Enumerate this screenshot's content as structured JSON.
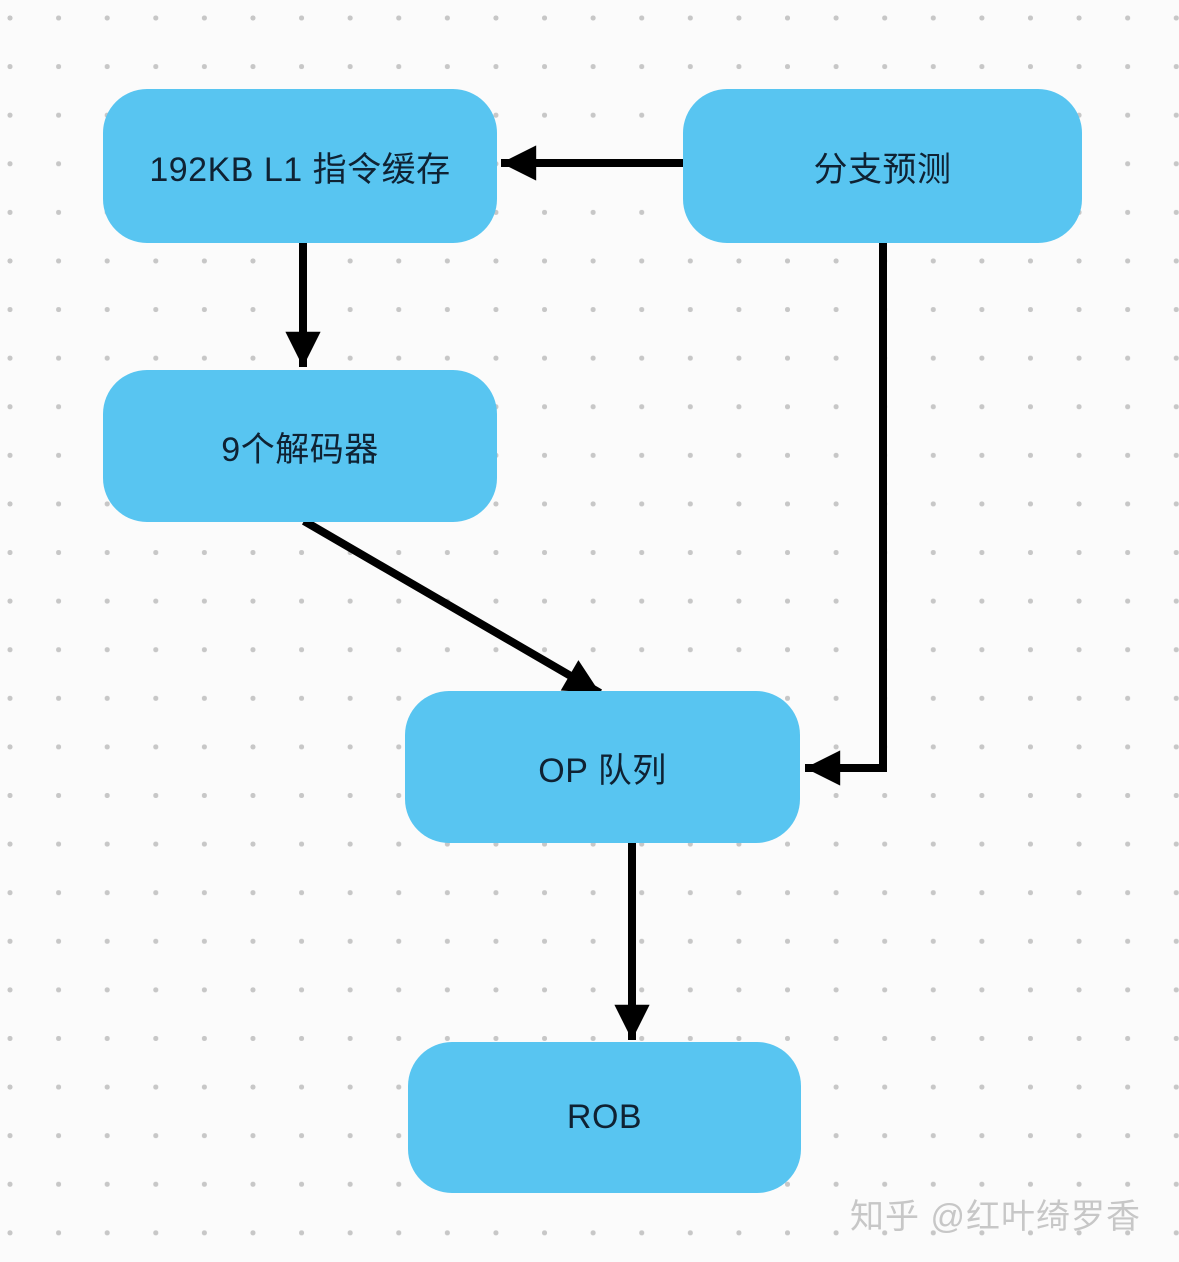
{
  "background": {
    "color": "#fbfbfb",
    "dot_color": "#c7c7c7",
    "pattern": "dot-grid"
  },
  "diagram": {
    "type": "flowchart",
    "node_fill_color": "#58c5f1",
    "node_text_color": "#0f2233",
    "arrow_color": "#000000",
    "nodes": [
      {
        "id": "l1-cache",
        "label": "192KB L1 指令缓存"
      },
      {
        "id": "branch-predict",
        "label": "分支预测"
      },
      {
        "id": "decoders",
        "label": "9个解码器"
      },
      {
        "id": "op-queue",
        "label": "OP 队列"
      },
      {
        "id": "rob",
        "label": "ROB"
      }
    ],
    "edges": [
      {
        "from": "branch-predict",
        "to": "l1-cache",
        "shape": "straight-horizontal"
      },
      {
        "from": "l1-cache",
        "to": "decoders",
        "shape": "straight-vertical"
      },
      {
        "from": "decoders",
        "to": "op-queue",
        "shape": "diagonal"
      },
      {
        "from": "branch-predict",
        "to": "op-queue",
        "shape": "elbow-down-left"
      },
      {
        "from": "op-queue",
        "to": "rob",
        "shape": "straight-vertical"
      }
    ]
  },
  "watermark": {
    "text": "知乎 @红叶绮罗香"
  }
}
